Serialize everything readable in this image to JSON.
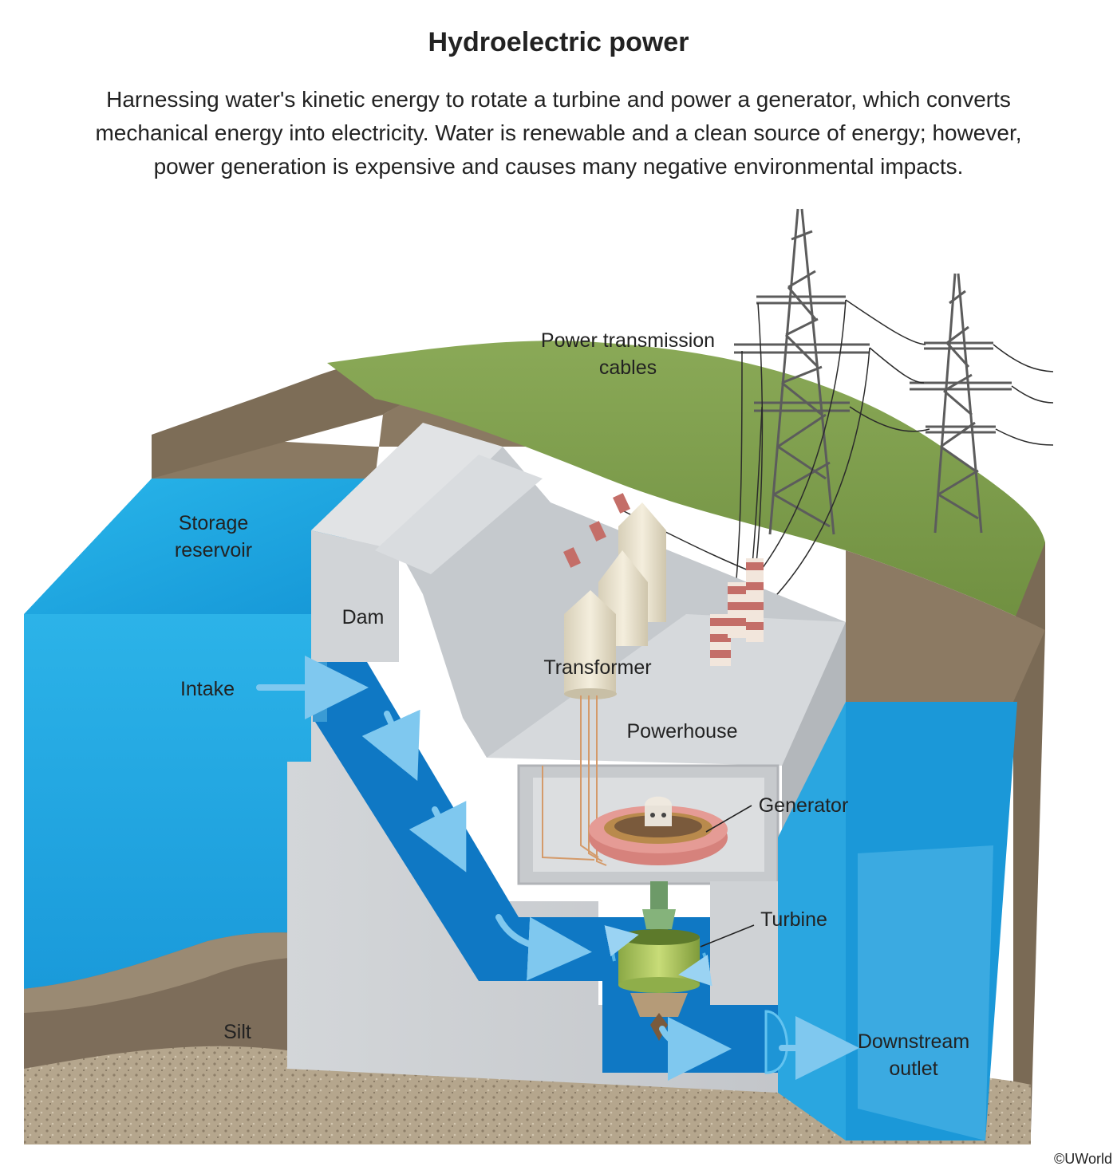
{
  "title": "Hydroelectric power",
  "description": [
    "Harnessing water's kinetic energy to rotate a turbine and power a generator, which converts",
    "mechanical energy into electricity. Water is renewable and a clean source of energy; however,",
    "power generation is expensive and causes many negative environmental impacts."
  ],
  "labels": {
    "power_transmission_cables": [
      "Power transmission",
      "cables"
    ],
    "storage_reservoir": [
      "Storage",
      "reservoir"
    ],
    "dam": "Dam",
    "transformer": "Transformer",
    "intake": "Intake",
    "powerhouse": "Powerhouse",
    "generator": "Generator",
    "turbine": "Turbine",
    "silt": "Silt",
    "downstream_outlet": [
      "Downstream",
      "outlet"
    ]
  },
  "copyright": "©UWorld",
  "colors": {
    "water": "#1fa8e0",
    "water_dark": "#0f78c4",
    "concrete": "#c9ccd0",
    "soil": "#8a7a66",
    "grass": "#7c9a4a",
    "gravel": "#b3a48c",
    "transformer": "#e9e1cc",
    "insulator": "#c8706a",
    "generator": "#d98a86",
    "turbine": "#a8c45a"
  }
}
